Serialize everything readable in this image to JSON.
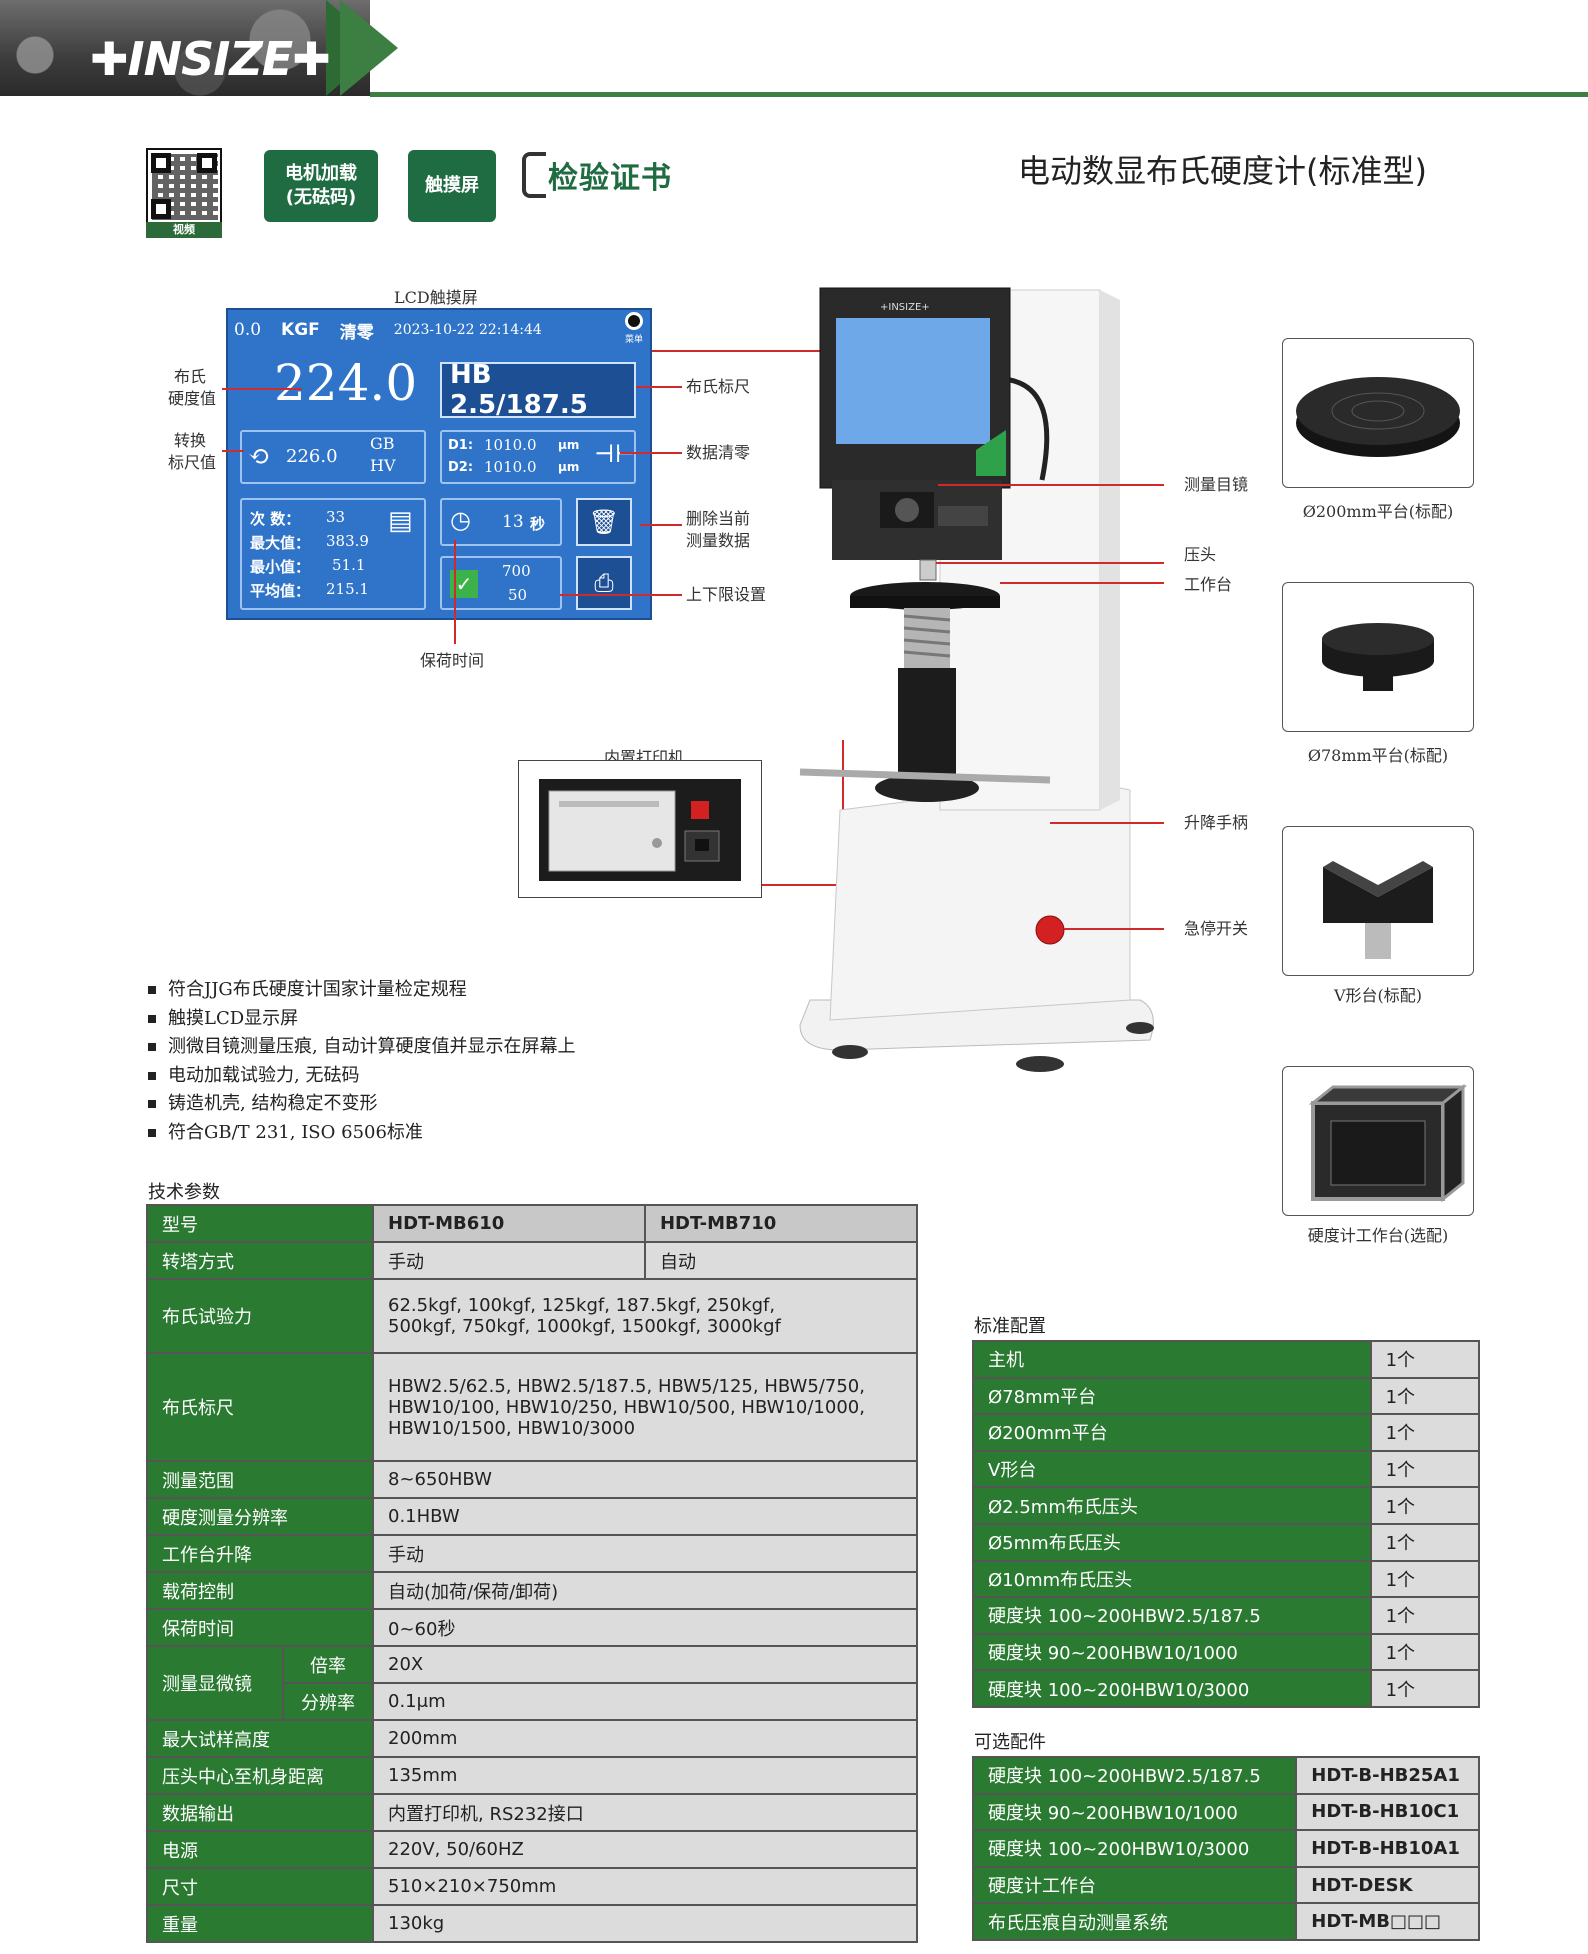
{
  "brand": "INSIZE",
  "qr_label": "视频",
  "badges": {
    "motor_line1": "电机加载",
    "motor_line2": "(无砝码)",
    "touch": "触摸屏",
    "cert": "检验证书"
  },
  "title": "电动数显布氏硬度计(标准型)",
  "lcd": {
    "caption": "LCD触摸屏",
    "load": "0.0",
    "unit": "KGF",
    "clear": "清零",
    "datetime": "2023-10-22 22:14:44",
    "menu": "菜单",
    "hardness": "224.0",
    "scale": "HB 2.5/187.5",
    "convert_value": "226.0",
    "convert_unit1": "GB",
    "convert_unit2": "HV",
    "d1_label": "D1:",
    "d1_value": "1010.0",
    "d1_unit": "μm",
    "d2_label": "D2:",
    "d2_value": "1010.0",
    "d2_unit": "μm",
    "count_label": "次  数：",
    "count": "33",
    "max_label": "最大值：",
    "max": "383.9",
    "min_label": "最小值：",
    "min": "51.1",
    "avg_label": "平均值：",
    "avg": "215.1",
    "dwell": "13",
    "dwell_unit": "秒",
    "upper": "700",
    "lower": "50"
  },
  "lcd_callouts": {
    "hardness_line1": "布氏",
    "hardness_line2": "硬度值",
    "convert_line1": "转换",
    "convert_line2": "标尺值",
    "scale": "布氏标尺",
    "clear": "数据清零",
    "delete_line1": "删除当前",
    "delete_line2": "测量数据",
    "limits": "上下限设置",
    "dwell": "保荷时间"
  },
  "printer_caption": "内置打印机",
  "machine_callouts": {
    "eyepiece": "测量目镜",
    "indenter": "压头",
    "table": "工作台",
    "handwheel": "升降手柄",
    "estop": "急停开关"
  },
  "accessories": [
    "Ø200mm平台(标配)",
    "Ø78mm平台(标配)",
    "V形台(标配)",
    "硬度计工作台(选配)"
  ],
  "features": [
    "符合JJG布氏硬度计国家计量检定规程",
    "触摸LCD显示屏",
    "测微目镜测量压痕, 自动计算硬度值并显示在屏幕上",
    "电动加载试验力, 无砝码",
    "铸造机壳, 结构稳定不变形",
    "符合GB/T 231, ISO 6506标准"
  ],
  "spec_title": "技术参数",
  "spec": {
    "model_label": "型号",
    "model_a": "HDT-MB610",
    "model_b": "HDT-MB710",
    "turret_label": "转塔方式",
    "turret_a": "手动",
    "turret_b": "自动",
    "force_label": "布氏试验力",
    "force_line1": "62.5kgf, 100kgf, 125kgf, 187.5kgf, 250kgf,",
    "force_line2": "500kgf, 750kgf, 1000kgf, 1500kgf, 3000kgf",
    "scale_label": "布氏标尺",
    "scale_line1": "HBW2.5/62.5, HBW2.5/187.5, HBW5/125, HBW5/750,",
    "scale_line2": "HBW10/100, HBW10/250, HBW10/500, HBW10/1000,",
    "scale_line3": "HBW10/1500, HBW10/3000",
    "range_label": "测量范围",
    "range": "8~650HBW",
    "resolution_label": "硬度测量分辨率",
    "resolution": "0.1HBW",
    "lift_label": "工作台升降",
    "lift": "手动",
    "load_label": "载荷控制",
    "load": "自动(加荷/保荷/卸荷)",
    "dwell_label": "保荷时间",
    "dwell": "0~60秒",
    "micro_label": "测量显微镜",
    "mag_label": "倍率",
    "mag": "20X",
    "mres_label": "分辨率",
    "mres": "0.1μm",
    "height_label": "最大试样高度",
    "height": "200mm",
    "throat_label": "压头中心至机身距离",
    "throat": "135mm",
    "output_label": "数据输出",
    "output": "内置打印机, RS232接口",
    "power_label": "电源",
    "power": "220V, 50/60HZ",
    "size_label": "尺寸",
    "size": "510×210×750mm",
    "weight_label": "重量",
    "weight": "130kg"
  },
  "config_title": "标准配置",
  "config": [
    {
      "item": "主机",
      "qty": "1个"
    },
    {
      "item": "Ø78mm平台",
      "qty": "1个"
    },
    {
      "item": "Ø200mm平台",
      "qty": "1个"
    },
    {
      "item": "V形台",
      "qty": "1个"
    },
    {
      "item": "Ø2.5mm布氏压头",
      "qty": "1个"
    },
    {
      "item": "Ø5mm布氏压头",
      "qty": "1个"
    },
    {
      "item": "Ø10mm布氏压头",
      "qty": "1个"
    },
    {
      "item": "硬度块 100~200HBW2.5/187.5",
      "qty": "1个"
    },
    {
      "item": "硬度块 90~200HBW10/1000",
      "qty": "1个"
    },
    {
      "item": "硬度块 100~200HBW10/3000",
      "qty": "1个"
    }
  ],
  "optional_title": "可选配件",
  "optional": [
    {
      "item": "硬度块 100~200HBW2.5/187.5",
      "code": "HDT-B-HB25A1"
    },
    {
      "item": "硬度块 90~200HBW10/1000",
      "code": "HDT-B-HB10C1"
    },
    {
      "item": "硬度块 100~200HBW10/3000",
      "code": "HDT-B-HB10A1"
    },
    {
      "item": "硬度计工作台",
      "code": "HDT-DESK"
    },
    {
      "item": "布氏压痕自动测量系统",
      "code": "HDT-MB□□□"
    }
  ],
  "colors": {
    "brand_green": "#2a7a32",
    "lcd_blue": "#2f74c8",
    "callout_red": "#d12a2a"
  }
}
